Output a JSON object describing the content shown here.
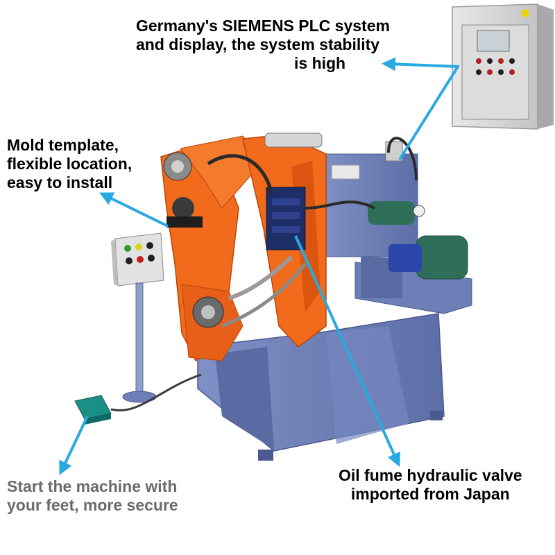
{
  "annotations": {
    "plc": {
      "lines": [
        "Germany's SIEMENS PLC system",
        "and display, the system stability",
        "is high"
      ]
    },
    "mold": {
      "lines": [
        "Mold template,",
        "flexible location,",
        "easy to install"
      ]
    },
    "foot": {
      "lines": [
        "Start the machine with",
        "your feet, more secure"
      ]
    },
    "valve": {
      "lines": [
        "Oil fume hydraulic valve",
        "imported from Japan"
      ]
    }
  },
  "colors": {
    "machine_orange": "#f26a1b",
    "base_blue": "#6e7fb8",
    "arrow_blue": "#29a9e1",
    "cabinet_grey": "#d9d9d9",
    "pedal_green": "#1a8f86",
    "motor_green": "#2f6f5a",
    "label_text": "#000000",
    "foot_label_text": "#6b6b6b"
  },
  "icons": {
    "arrow": "arrow-pointer-icon"
  }
}
